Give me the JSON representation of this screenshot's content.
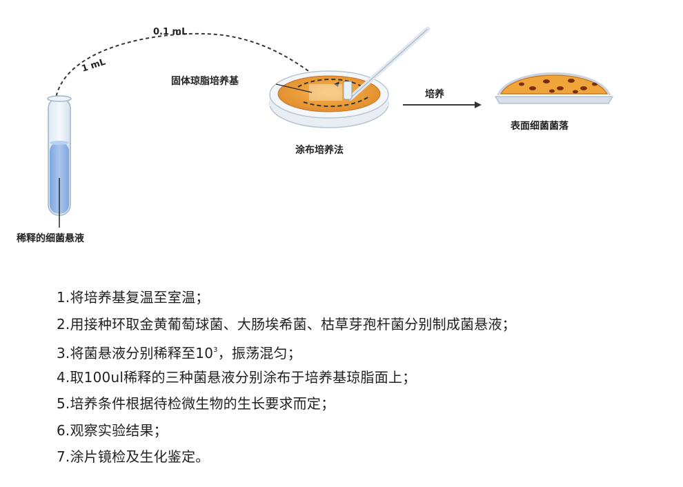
{
  "diagram": {
    "labels": {
      "volume_top": "0.1 mL",
      "volume_side": "1 mL",
      "agar_base": "固体琼脂培养基",
      "spread_method": "涂布培养法",
      "incubate": "培养",
      "surface_colonies": "表面细菌菌落",
      "diluted_suspension": "稀释的细菌悬液"
    },
    "colors": {
      "agar": "#f0a53a",
      "agar_dark": "#d9822b",
      "liquid": "#8fb3e6",
      "colony": "#7a2e12",
      "line": "#333333"
    }
  },
  "steps": [
    {
      "text": "1.将培养基复温至室温；"
    },
    {
      "text": "2.用接种环取金黄葡萄球菌、大肠埃希菌、枯草芽孢杆菌分别制成菌悬液；"
    },
    {
      "text_before": "3.将菌悬液分别稀释至10",
      "sup": "3",
      "text_after": "，振荡混匀；"
    },
    {
      "text": "4.取100ul稀释的三种菌悬液分别涂布于培养基琼脂面上；"
    },
    {
      "text": "5.培养条件根据待检微生物的生长要求而定；"
    },
    {
      "text": "6.观察实验结果；"
    },
    {
      "text": "7.涂片镜检及生化鉴定。"
    }
  ]
}
